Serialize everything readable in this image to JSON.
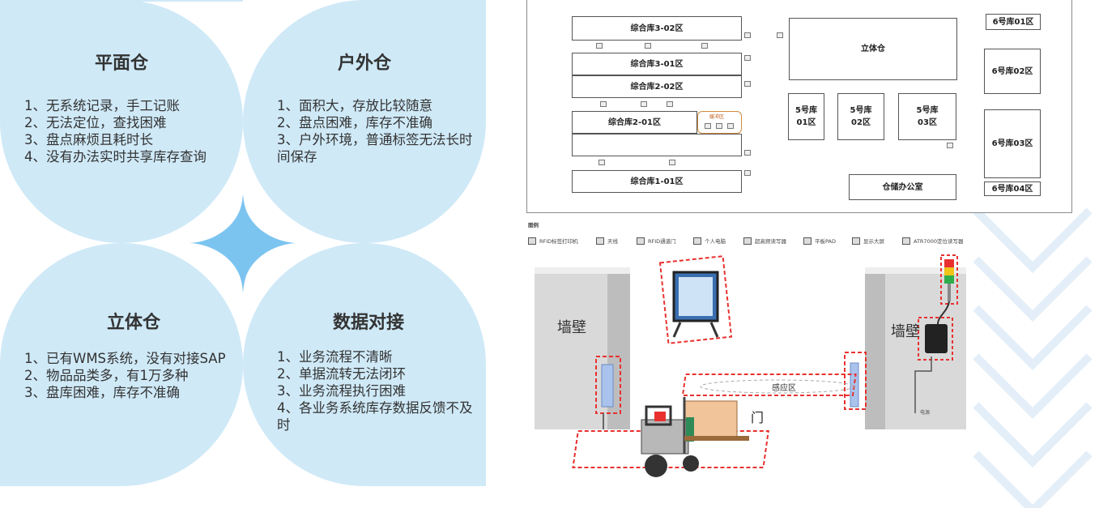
{
  "quadrants": [
    {
      "title": "平面仓",
      "items": [
        "1、无系统记录，手工记账",
        "2、无法定位，查找困难",
        "3、盘点麻烦且耗时长",
        "4、没有办法实时共享库存查询"
      ]
    },
    {
      "title": "户外仓",
      "items": [
        "1、面积大，存放比较随意",
        "2、盘点困难，库存不准确",
        "3、户外环境，普通标签无法长时间保存"
      ]
    },
    {
      "title": "立体仓",
      "items": [
        "1、已有WMS系统，没有对接SAP",
        "2、物品品类多，有1万多种",
        "3、盘库困难，库存不准确"
      ]
    },
    {
      "title": "数据对接",
      "items": [
        "1、业务流程不清晰",
        "2、单据流转无法闭环",
        "3、业务流程执行困难",
        "4、各业务系统库存数据反馈不及时"
      ]
    }
  ],
  "plan": {
    "zone_3_02": "综合库3-02区",
    "zone_3_01": "综合库3-01区",
    "zone_2_02": "综合库2-02区",
    "zone_2_01": "综合库2-01区",
    "zone_1_01": "综合库1-01区",
    "buffer": "缓冲区",
    "stereo": "立体仓",
    "wh5_01": "5号库\n01区",
    "wh5_02": "5号库\n02区",
    "wh5_03": "5号库\n03区",
    "office": "仓储办公室",
    "wh6_01": "6号库01区",
    "wh6_02": "6号库02区",
    "wh6_03": "6号库03区",
    "wh6_04": "6号库04区"
  },
  "legend": {
    "title": "图例",
    "items": [
      "RFID标签打印机",
      "天线",
      "RFID通道门",
      "个人电脑",
      "超高频读写器",
      "平板PAD",
      "显示大屏",
      "ATR7000定位读写器"
    ]
  },
  "scene": {
    "wall_left": "墙壁",
    "wall_right": "墙壁",
    "sense_zone": "感应区",
    "door": "门",
    "power": "电源"
  },
  "colors": {
    "bubble": "#cfe9f7",
    "diamond": "#7cc4f0",
    "dash_red": "#e8312f",
    "wall": "#dcdcdc"
  }
}
